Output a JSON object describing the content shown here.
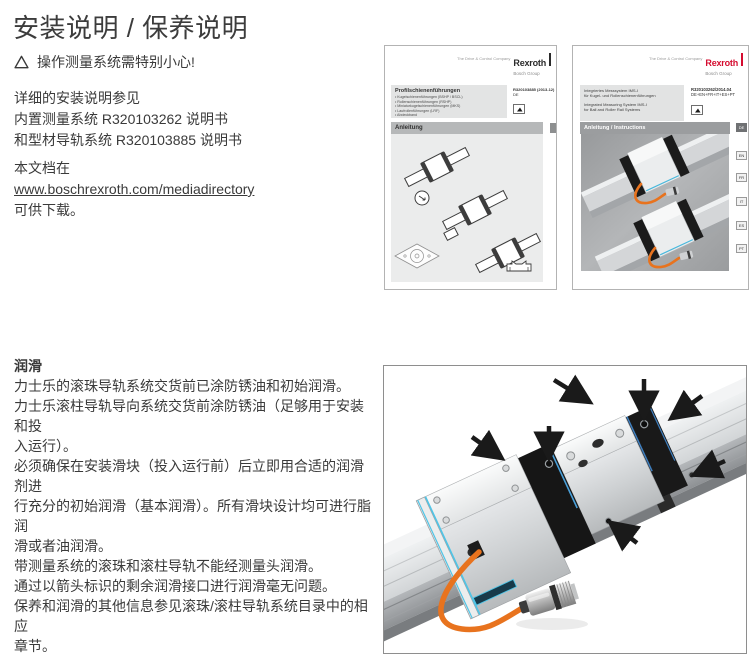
{
  "page": {
    "title": "安装说明 / 保养说明",
    "warning_text": "操作测量系统需特别小心!",
    "intro_lines": [
      "详细的安装说明参见",
      "内置测量系统 R320103262 说明书",
      "和型材导轨系统 R320103885 说明书"
    ],
    "doc_line1": "本文档在",
    "doc_link": "www.boschrexroth.com/mediadirectory",
    "doc_line2": "可供下载。",
    "lubrication_heading": "润滑",
    "lubrication_lines": [
      "力士乐的滚珠导轨系统交货前已涂防锈油和初始润滑。",
      "力士乐滚柱导轨导向系统交货前涂防锈油（足够用于安装和投",
      "入运行）。",
      "必须确保在安装滑块（投入运行前）后立即用合适的润滑剂进",
      "行充分的初始润滑（基本润滑）。所有滑块设计均可进行脂润",
      "滑或者油润滑。",
      "带测量系统的滚珠和滚柱导轨不能经测量头润滑。",
      "通过以箭头标识的剩余润滑接口进行润滑毫无问题。",
      "保养和润滑的其他信息参见滚珠/滚柱导轨系统目录中的相应",
      "章节。"
    ]
  },
  "cover1": {
    "tagline": "The Drive & Control Company",
    "brand": "Rexroth",
    "brand_sub": "Bosch Group",
    "title": "Profilschienenführungen",
    "bullets": [
      "• Kugelschienenführungen (BSHP / BSCL)",
      "• Rollenschienenführungen (RSHP)",
      "• Miniaturkugelschienenführungen (MKS)",
      "• Laufrollenführungen (LRF)",
      "• Abdeckband"
    ],
    "code_line1": "R320103885 (2013-12)",
    "code_line2": "DE",
    "band": "Anleitung"
  },
  "cover2": {
    "tagline": "The Drive & Control Company",
    "brand": "Rexroth",
    "brand_sub": "Bosch Group",
    "title_de_1": "Integriertes Messsystem IMS-I",
    "title_de_2": "für Kugel- und Rollenschienenführungen",
    "title_en_1": "Integrated Measuring System IMS-I",
    "title_en_2": "for Ball and Roller Rail Systems",
    "code_line1": "R320103262/2014.04",
    "code_line2": "DE+EN+FR+IT+ES+PT",
    "band": "Anleitung / Instructions",
    "tabs": [
      "DE",
      "EN",
      "FR",
      "IT",
      "ES",
      "PT"
    ]
  },
  "icons": {
    "warning": "warning-triangle-icon",
    "manual": "manual-reading-icon"
  },
  "colors": {
    "brand_red": "#d50c2f",
    "cable_orange": "#e8731e",
    "stripe_cyan": "#4fc4e6",
    "stripe_blue": "#3f7fbf",
    "arrow_black": "#1a1a1a"
  }
}
